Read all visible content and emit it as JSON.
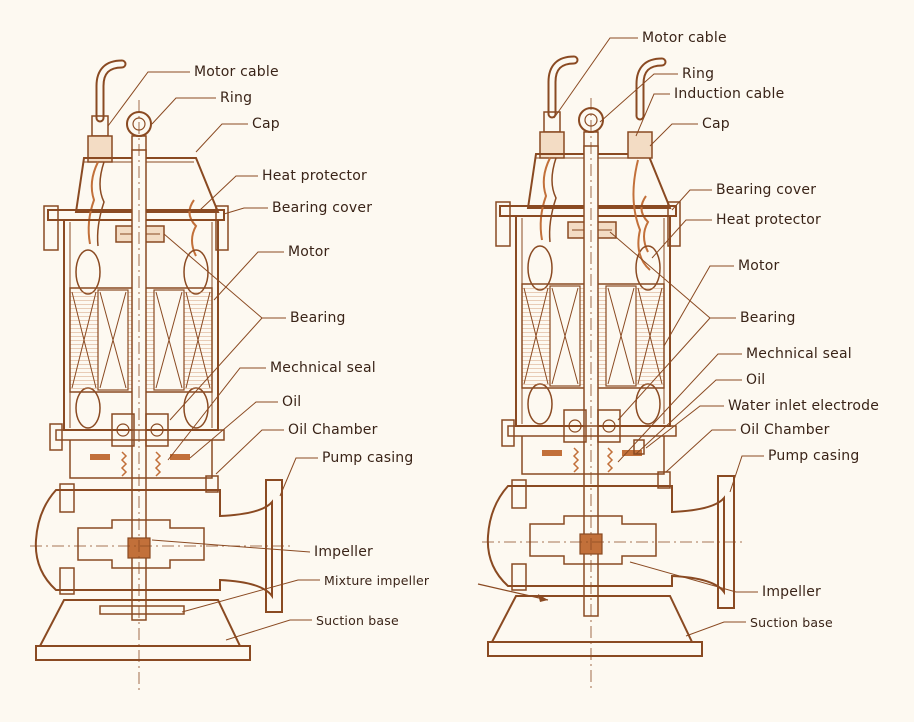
{
  "colors": {
    "background": "#fdf9f1",
    "outline": "#8a4a22",
    "copper": "#c2703a",
    "text": "#3a2418"
  },
  "left_pump": {
    "labels": {
      "motor_cable": "Motor cable",
      "ring": "Ring",
      "cap": "Cap",
      "heat_protector": "Heat protector",
      "bearing_cover": "Bearing cover",
      "motor": "Motor",
      "bearing": "Bearing",
      "mechanical_seal": "Mechnical seal",
      "oil": "Oil",
      "oil_chamber": "Oil Chamber",
      "pump_casing": "Pump casing",
      "impeller": "Impeller",
      "mixture_impeller": "Mixture impeller",
      "suction_base": "Suction base"
    }
  },
  "right_pump": {
    "labels": {
      "motor_cable": "Motor cable",
      "ring": "Ring",
      "induction_cable": "Induction cable",
      "cap": "Cap",
      "bearing_cover": "Bearing cover",
      "heat_protector": "Heat protector",
      "motor": "Motor",
      "bearing": "Bearing",
      "mechanical_seal": "Mechnical seal",
      "oil": "Oil",
      "water_inlet_electrode": "Water inlet electrode",
      "oil_chamber": "Oil Chamber",
      "pump_casing": "Pump casing",
      "impeller": "Impeller",
      "suction_base": "Suction base"
    }
  }
}
